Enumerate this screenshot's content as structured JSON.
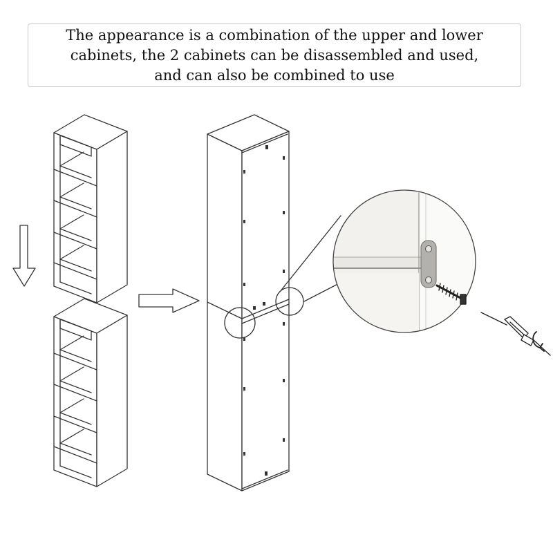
{
  "caption": {
    "lines": [
      "The appearance is a combination of the upper and lower",
      "cabinets, the 2 cabinets can be disassembled and used,",
      "and can also be combined to use"
    ]
  },
  "colors": {
    "line": "#333333",
    "panel": "#ffffff",
    "detail_bg": "#f2f1ee",
    "bracket": "#b3b1ad"
  },
  "icons": [
    "down-arrow-icon",
    "right-arrow-icon",
    "screw-icon",
    "screwdriver-icon",
    "rotate-icon"
  ]
}
